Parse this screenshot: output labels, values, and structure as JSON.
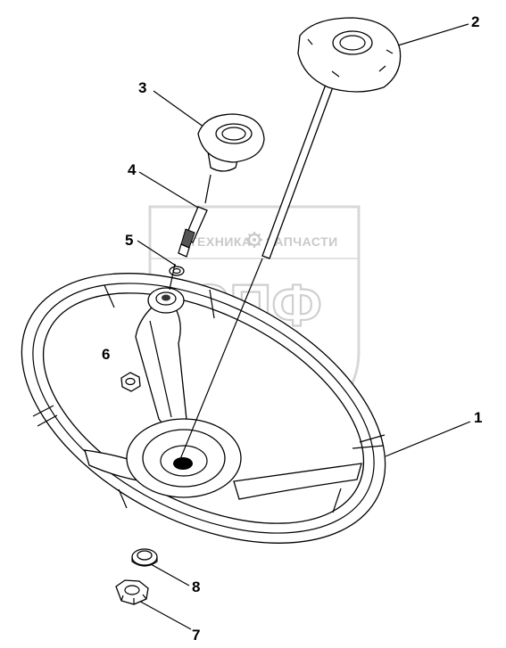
{
  "callouts": [
    {
      "id": "1",
      "label": "1"
    },
    {
      "id": "2",
      "label": "2"
    },
    {
      "id": "3",
      "label": "3"
    },
    {
      "id": "4",
      "label": "4"
    },
    {
      "id": "5",
      "label": "5"
    },
    {
      "id": "6",
      "label": "6"
    },
    {
      "id": "7",
      "label": "7"
    },
    {
      "id": "8",
      "label": "8"
    }
  ],
  "watermark": {
    "left_text": "ТЕХНИКА",
    "right_text": "ЗАПЧАСТИ",
    "letters": "СПФ",
    "icon": "gear-icon"
  },
  "colors": {
    "line": "#000000",
    "watermark": "#c9c9c9",
    "pin_fill": "#555555"
  }
}
